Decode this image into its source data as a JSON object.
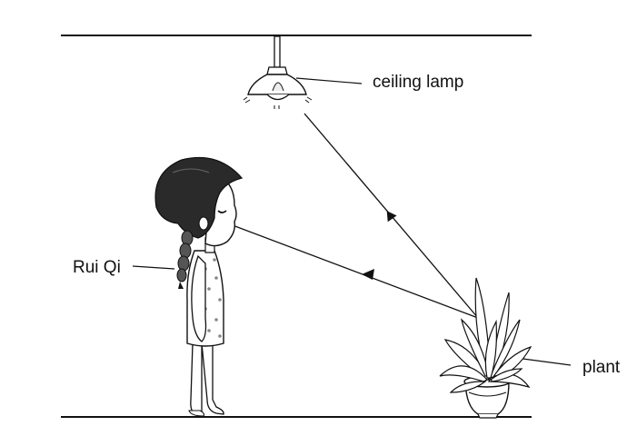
{
  "labels": {
    "lamp": "ceiling lamp",
    "girl": "Rui Qi",
    "plant": "plant"
  },
  "colors": {
    "ink": "#111111",
    "hair": "#2a2a2a",
    "background": "#ffffff"
  }
}
